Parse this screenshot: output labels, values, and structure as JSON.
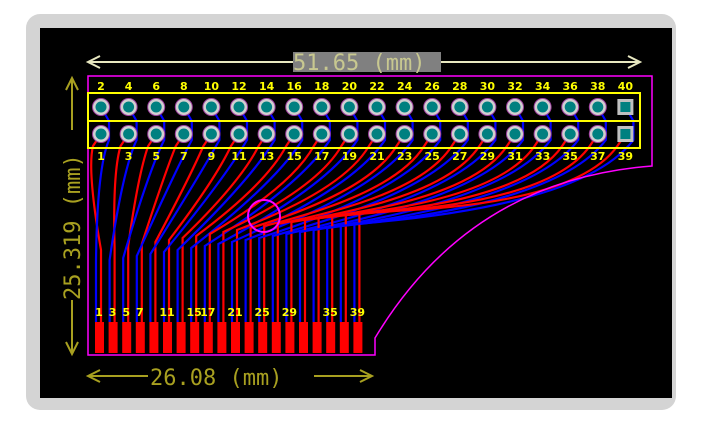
{
  "dimensions": {
    "width_top": "51.65 (mm)",
    "height_left": "25.319 (mm)",
    "width_bottom": "26.08 (mm)"
  },
  "header": {
    "top_row_labels": [
      "2",
      "4",
      "6",
      "8",
      "10",
      "12",
      "14",
      "16",
      "18",
      "20",
      "22",
      "24",
      "26",
      "28",
      "30",
      "32",
      "34",
      "36",
      "38",
      "40"
    ],
    "bottom_row_labels": [
      "1",
      "3",
      "5",
      "7",
      "9",
      "11",
      "13",
      "15",
      "17",
      "19",
      "21",
      "23",
      "25",
      "27",
      "29",
      "31",
      "33",
      "35",
      "37",
      "39"
    ]
  },
  "edge_pads": {
    "labels": [
      "1",
      "3",
      "5",
      "7",
      "11",
      "15",
      "17",
      "21",
      "25",
      "29",
      "35",
      "39"
    ],
    "count": 20
  },
  "colors": {
    "outline": "#ff00ff",
    "top_copper": "#ff0000",
    "bottom_copper": "#0000ff",
    "silkscreen": "#ffff00",
    "pad": "#008080",
    "dimension": "#a8a020"
  }
}
